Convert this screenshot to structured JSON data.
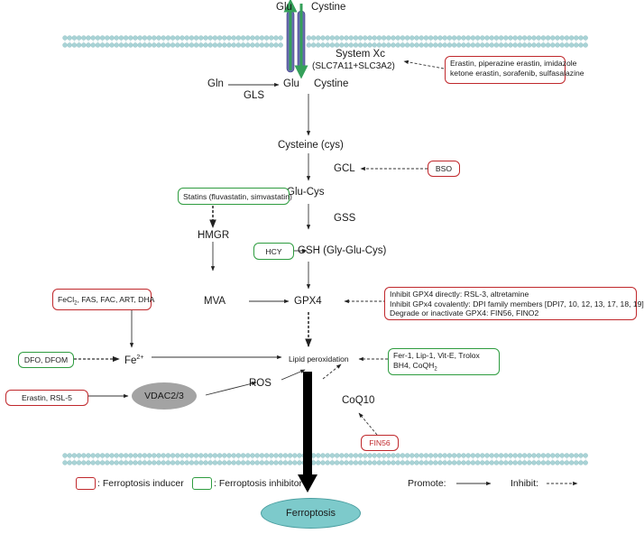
{
  "membrane": {
    "top_left": "Glu",
    "top_right": "Cystine"
  },
  "nodes": {
    "system_xc": "System Xc",
    "system_xc_sub": "(SLC7A11+SLC3A2)",
    "gln": "Gln",
    "gls": "GLS",
    "glu": "Glu",
    "cystine": "Cystine",
    "cysteine": "Cysteine (cys)",
    "gcl": "GCL",
    "glu_cys": "Glu-Cys",
    "gss": "GSS",
    "gsh": "GSH (Gly-Glu-Cys)",
    "hmgr": "HMGR",
    "mva": "MVA",
    "gpx4": "GPX4",
    "fe": "Fe",
    "fe_sup": "2+",
    "lipid_peroxidation": "Lipid peroxidation",
    "vdac": "VDAC2/3",
    "ros": "ROS",
    "coq10": "CoQ10",
    "ferroptosis": "Ferroptosis"
  },
  "boxes": {
    "erastin_group": [
      "Erastin, piperazine erastin, imidazole",
      "ketone erastin, sorafenib, sulfasalazine"
    ],
    "bso": "BSO",
    "statins": "Statins (fluvastatin, simvastatin)",
    "hcy": "HCY",
    "fecl": [
      "FeCl",
      "2",
      ", FAS, FAC, ART, DHA"
    ],
    "gpx4_inhibitors": [
      "Inhibit GPX4 directly: RSL-3, altretamine",
      "Inhibit GPx4 covalently: DPI family members [DPI7, 10, 12, 13, 17, 18, 19]",
      "Degrade or inactivate GPX4: FIN56, FINO2"
    ],
    "dfo": "DFO, DFOM",
    "fer1": [
      "Fer-1, Lip-1, Vit-E, Trolox",
      "BH4, CoQH",
      "2"
    ],
    "erastin_rsl5": "Erastin, RSL-5",
    "fin56": "FIN56"
  },
  "legend": {
    "inducer": ": Ferroptosis inducer",
    "inhibitor": ": Ferroptosis inhibitor",
    "promote": "Promote:",
    "inhibit": "Inhibit:"
  },
  "colors": {
    "inducer": "#c0282c",
    "inhibitor": "#2e9c3f",
    "membrane": "#a9d3d6",
    "transporter": "#6a6bb3",
    "transporter_arrow": "#35a05a",
    "vdac": "#a3a3a3",
    "ferroptosis": "#7dcacb"
  }
}
